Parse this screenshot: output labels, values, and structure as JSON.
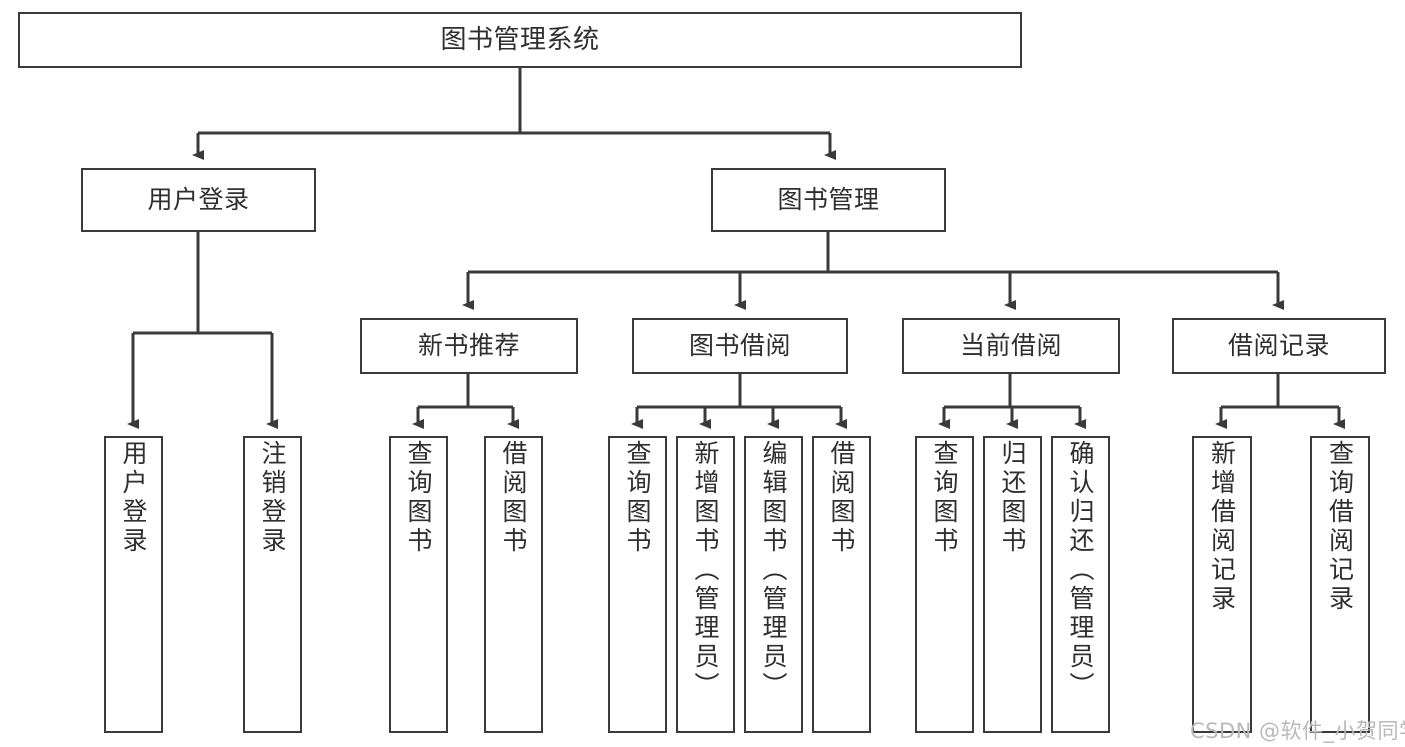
{
  "diagram": {
    "title": "图书管理系统",
    "type": "hierarchy-tree",
    "orientation": "top-down",
    "colors": {
      "box_border": "#3a3a3a",
      "box_fill": "#ffffff",
      "edge": "#3a3a3a",
      "text": "#2f2f2f",
      "watermark": "#b9b9b9",
      "background": "#ffffff"
    }
  },
  "nodes": {
    "root": {
      "label": "图书管理系统"
    },
    "level2": [
      {
        "id": "user-login",
        "label": "用户登录"
      },
      {
        "id": "book-manage",
        "label": "图书管理"
      }
    ],
    "level3": [
      {
        "id": "new-book-recommend",
        "label": "新书推荐"
      },
      {
        "id": "book-borrow",
        "label": "图书借阅"
      },
      {
        "id": "current-borrow",
        "label": "当前借阅"
      },
      {
        "id": "borrow-record",
        "label": "借阅记录"
      }
    ],
    "leaves": {
      "user-login": [
        {
          "id": "leaf-user-login",
          "label": "用户登录"
        },
        {
          "id": "leaf-logout",
          "label": "注销登录"
        }
      ],
      "new-book-recommend": [
        {
          "id": "leaf-query-book-1",
          "label": "查询图书"
        },
        {
          "id": "leaf-borrow-book-1",
          "label": "借阅图书"
        }
      ],
      "book-borrow": [
        {
          "id": "leaf-query-book-2",
          "label": "查询图书"
        },
        {
          "id": "leaf-add-book",
          "label": "新增图书（管理员）"
        },
        {
          "id": "leaf-edit-book",
          "label": "编辑图书（管理员）"
        },
        {
          "id": "leaf-borrow-book-2",
          "label": "借阅图书"
        }
      ],
      "current-borrow": [
        {
          "id": "leaf-query-book-3",
          "label": "查询图书"
        },
        {
          "id": "leaf-return-book",
          "label": "归还图书"
        },
        {
          "id": "leaf-confirm-return",
          "label": "确认归还（管理员）"
        }
      ],
      "borrow-record": [
        {
          "id": "leaf-add-record",
          "label": "新增借阅记录"
        },
        {
          "id": "leaf-query-record",
          "label": "查询借阅记录"
        }
      ]
    }
  },
  "watermark": {
    "text": "CSDN @软件_小贺同学"
  }
}
